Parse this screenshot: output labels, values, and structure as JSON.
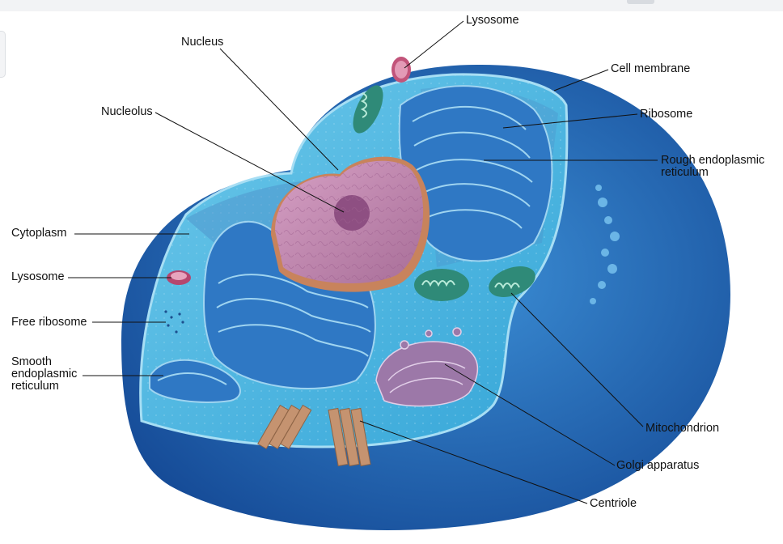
{
  "colors": {
    "membrane": "#1f5fae",
    "cytoplasm": "#3fb2de",
    "nucleus": "#c48ab0",
    "organelle": "#2f7fc8",
    "mitochondrion": "#2f8a78",
    "golgi": "#9c78a8",
    "centriole": "#c59370"
  },
  "labels": {
    "lysosome_top": "Lysosome",
    "nucleus": "Nucleus",
    "cell_membrane": "Cell membrane",
    "nucleolus": "Nucleolus",
    "ribosome": "Ribosome",
    "rough_er": "Rough endoplasmic\nreticulum",
    "cytoplasm": "Cytoplasm",
    "lysosome_left": "Lysosome",
    "free_ribosome": "Free ribosome",
    "smooth_er": "Smooth\nendoplasmic\nreticulum",
    "mitochondrion": "Mitochondrion",
    "golgi": "Golgi apparatus",
    "centriole": "Centriole"
  }
}
